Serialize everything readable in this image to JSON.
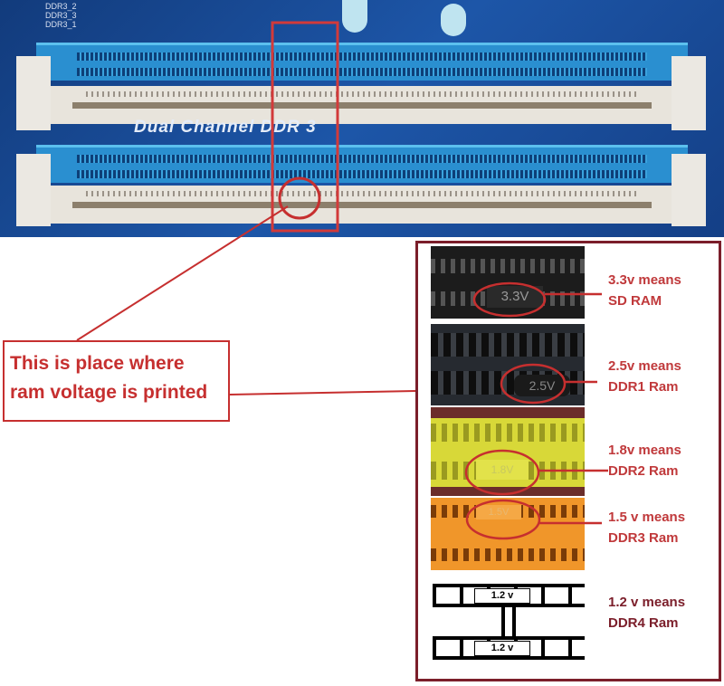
{
  "motherboard": {
    "board_label": "Dual Channel DDR 3",
    "silkscreen": [
      "DDR3_2",
      "DDR3_3",
      "DDR3_1"
    ]
  },
  "callout": {
    "line1": "This is place where",
    "line2": "ram voltage is printed"
  },
  "voltages": [
    {
      "chip_text": "3.3V",
      "line1": "3.3v means",
      "line2": "SD RAM"
    },
    {
      "chip_text": "2.5V",
      "line1": "2.5v means",
      "line2": "DDR1 Ram"
    },
    {
      "chip_text": "1.8V",
      "line1": "1.8v means",
      "line2": "DDR2 Ram"
    },
    {
      "chip_text": "1.5V",
      "line1": "1.5 v means",
      "line2": "DDR3 Ram"
    },
    {
      "chip_text": "1.2 v",
      "line1": "1.2 v means",
      "line2": "DDR4 Ram"
    }
  ],
  "colors": {
    "annotation_red": "#c62f2f",
    "frame": "#7b1e2a",
    "ddr2_slot": "#d8d838",
    "ddr3_slot": "#f0962a",
    "board_blue": "#1d56a8"
  }
}
